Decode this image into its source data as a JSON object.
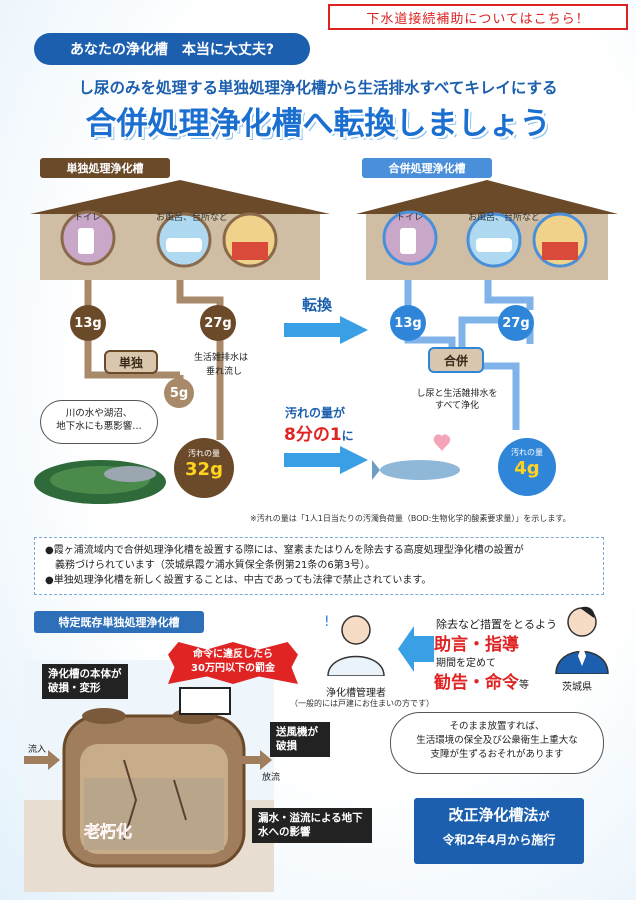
{
  "header": {
    "link_text": "下水道接続補助についてはこちら！",
    "question": "あなたの浄化槽　本当に大丈夫?",
    "subtitle": "し尿のみを処理する単独処理浄化槽から生活排水すべてキレイにする",
    "title": "合併処理浄化槽へ転換しましょう"
  },
  "left_diagram": {
    "label": "単独処理浄化槽",
    "room_toilet": "トイレ",
    "room_bath": "お風呂、台所など",
    "toilet_load": "13g",
    "greywater_load": "27g",
    "tank_label": "単独",
    "discharge_note_1": "生活雑排水は",
    "discharge_note_2": "垂れ流し",
    "outflow_load": "5g",
    "total_label": "汚れの量",
    "total_value": "32g",
    "bubble_1": "川の水や湖沼、",
    "bubble_2": "地下水にも悪影響…"
  },
  "middle": {
    "convert": "転換",
    "reduce_1": "汚れの量が",
    "reduce_2": "8分の1",
    "reduce_3": "に"
  },
  "right_diagram": {
    "label": "合併処理浄化槽",
    "room_toilet": "トイレ",
    "room_bath": "お風呂、台所など",
    "toilet_load": "13g",
    "greywater_load": "27g",
    "tank_label": "合併",
    "treat_note_1": "し尿と生活雑排水を",
    "treat_note_2": "すべて浄化",
    "total_label": "汚れの量",
    "total_value": "4g"
  },
  "footnote": "※汚れの量は「1人1日当たりの汚濁負荷量（BOD:生物化学的酸素要求量）」を示します。",
  "info": {
    "line1": "●霞ヶ浦流域内で合併処理浄化槽を設置する際には、窒素またはりんを除去する高度処理型浄化槽の設置が",
    "line2": "　義務づけられています（茨城県霞ケ浦水質保全条例第21条の6第3号）。",
    "line3": "●単独処理浄化槽を新しく設置することは、中古であっても法律で禁止されています。"
  },
  "lower": {
    "label": "特定既存単独処理浄化槽",
    "damage": "浄化槽の本体が破損・変形",
    "fine_1": "命令に違反したら",
    "fine_2": "30万円以下の罰金",
    "blower": "送風機が破損",
    "leak": "漏水・溢流による地下水への影響",
    "aging": "老朽化",
    "inflow": "流入",
    "outflow": "放流",
    "manager": "浄化槽管理者",
    "manager_note": "（一般的には戸建にお住まいの方です）",
    "measures": "除去など措置をとるよう",
    "advice": "助言・指導",
    "period": "期間を定めて",
    "order": "勧告・命令",
    "etc": "等",
    "pref": "茨城県",
    "bubble_1": "そのまま放置すれば、",
    "bubble_2": "生活環境の保全及び公衆衛生上重大な",
    "bubble_3": "支障が生ずるおそれがあります",
    "law_1": "改正浄化槽法",
    "law_particle": "が",
    "law_2": "令和2年4月から施行"
  },
  "colors": {
    "brand_blue": "#1b5fae",
    "accent_red": "#d22",
    "brown": "#6b4a2a",
    "light_blue": "#4a8fd9",
    "highlight_red": "#e02424"
  }
}
